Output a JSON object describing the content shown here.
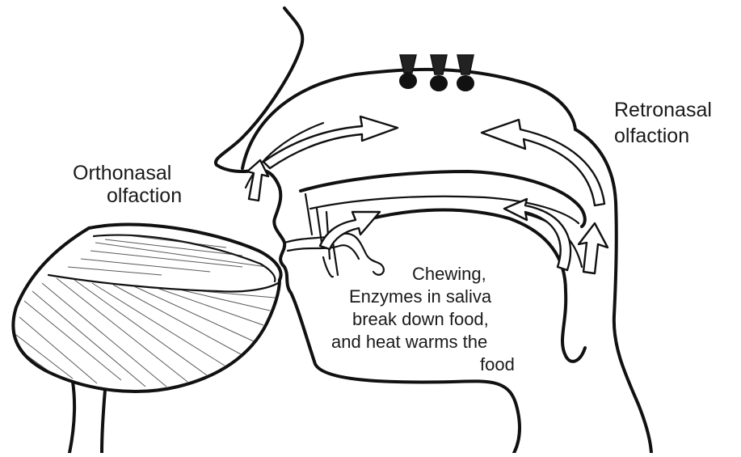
{
  "labels": {
    "orthonasal": [
      "Orthonasal",
      "olfaction"
    ],
    "retronasal": [
      "Retronasal",
      "olfaction"
    ],
    "chewing": [
      "Chewing,",
      "Enzymes in saliva",
      "break down food,",
      "and heat warms the",
      "food"
    ]
  }
}
